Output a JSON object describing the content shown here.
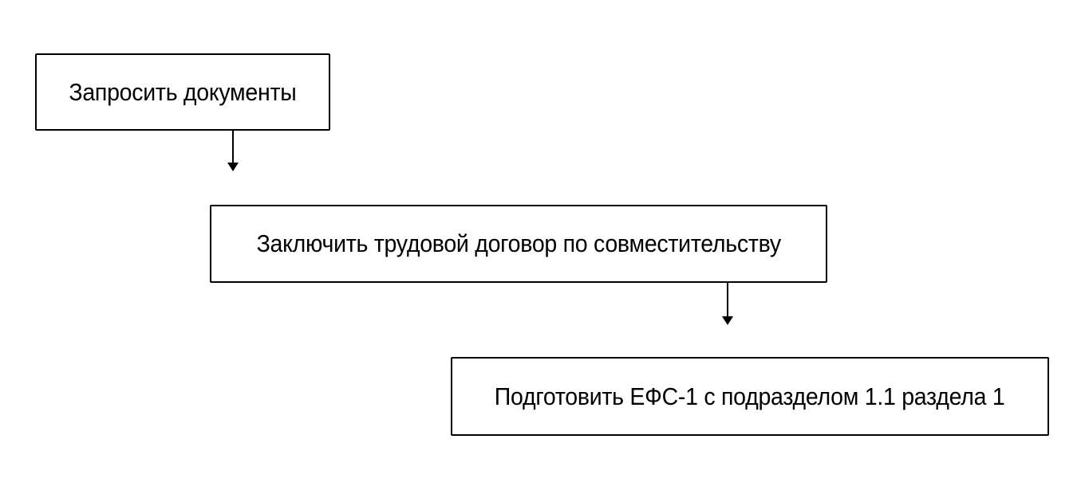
{
  "colors": {
    "background": "#ffffff",
    "node_border": "#000000",
    "node_fill": "#ffffff",
    "text": "#000000",
    "arrow": "#000000"
  },
  "diagram": {
    "type": "flowchart",
    "nodes": [
      {
        "id": "node-1",
        "label": "Запросить документы"
      },
      {
        "id": "node-2",
        "label": "Заключить трудовой договор по совместительству"
      },
      {
        "id": "node-3",
        "label": "Подготовить ЕФС-1 с подразделом 1.1 раздела 1"
      }
    ],
    "edges": [
      {
        "from": "node-1",
        "to": "node-2",
        "direction": "down"
      },
      {
        "from": "node-2",
        "to": "node-3",
        "direction": "down"
      }
    ]
  }
}
